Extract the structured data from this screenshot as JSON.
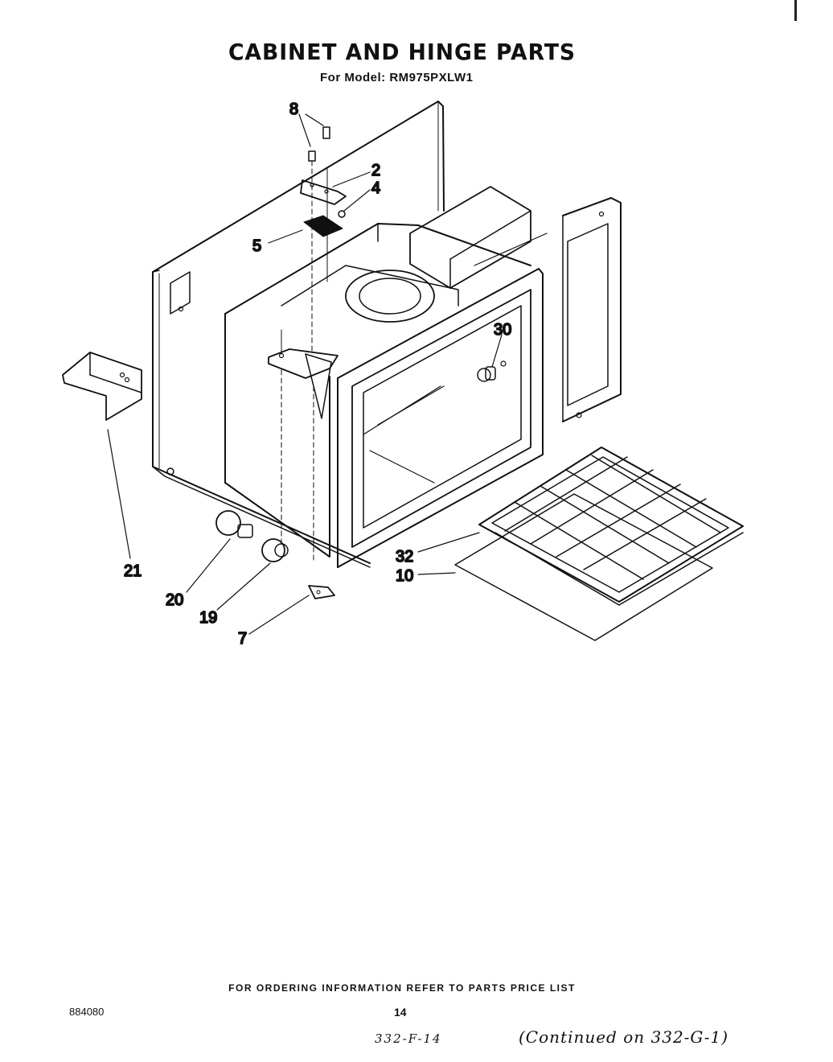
{
  "header": {
    "title": "CABINET AND HINGE PARTS",
    "subtitle": "For Model: RM975PXLW1"
  },
  "callouts": [
    {
      "id": "8",
      "label": "8"
    },
    {
      "id": "2",
      "label": "2"
    },
    {
      "id": "4",
      "label": "4"
    },
    {
      "id": "5",
      "label": "5"
    },
    {
      "id": "30",
      "label": "30"
    },
    {
      "id": "21",
      "label": "21"
    },
    {
      "id": "32",
      "label": "32"
    },
    {
      "id": "10",
      "label": "10"
    },
    {
      "id": "20",
      "label": "20"
    },
    {
      "id": "19",
      "label": "19"
    },
    {
      "id": "7",
      "label": "7"
    }
  ],
  "footer": {
    "ordering_note": "FOR ORDERING INFORMATION REFER TO PARTS PRICE LIST",
    "doc_number": "884080",
    "page_number": "14",
    "handwritten_ref": "332-F-14",
    "handwritten_continued": "(Continued on 332-G-1)"
  },
  "colors": {
    "ink": "#111111",
    "background": "#ffffff"
  }
}
